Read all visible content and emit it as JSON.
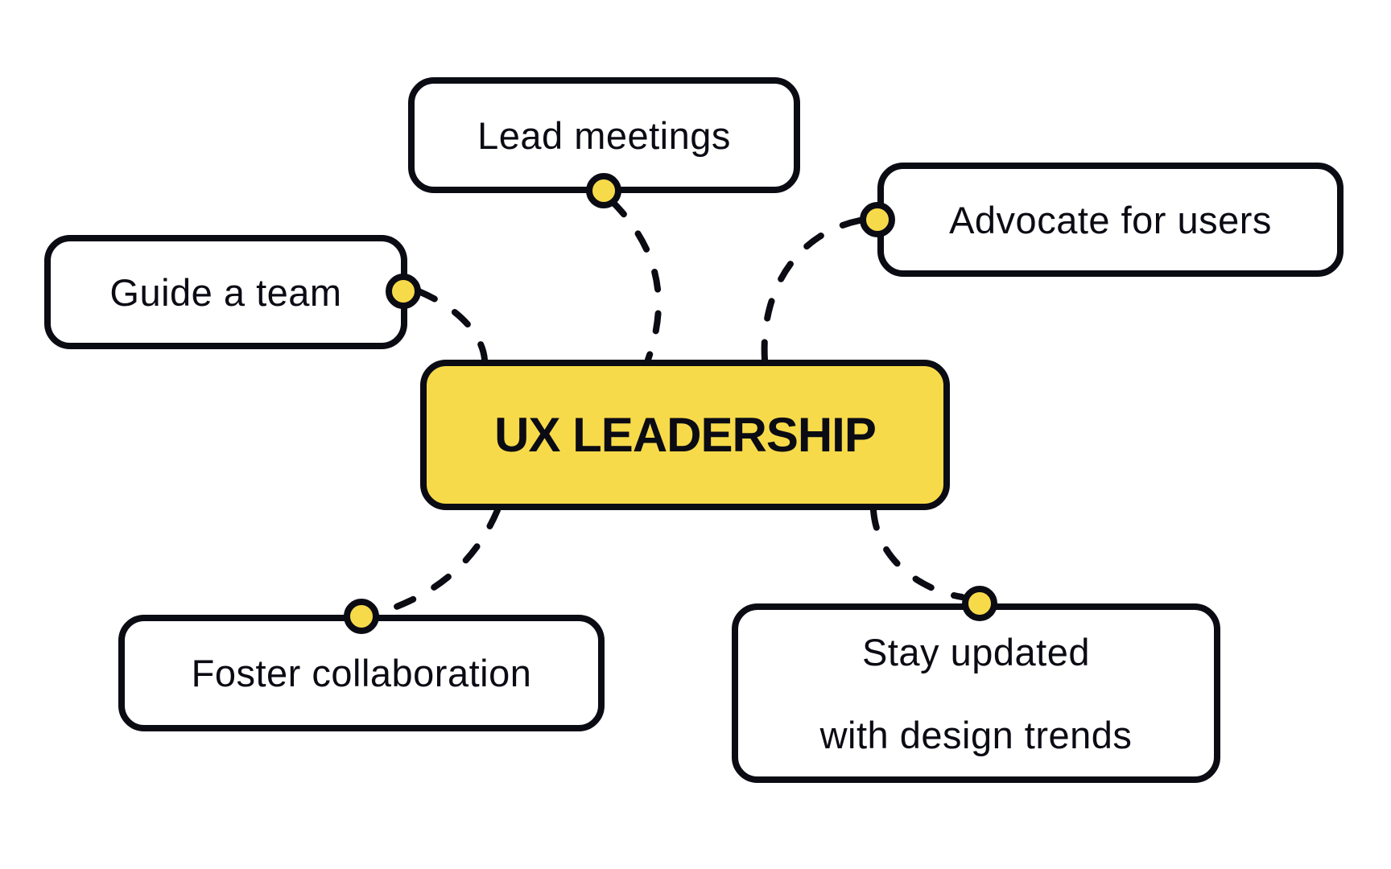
{
  "diagram": {
    "type": "mind-map",
    "central": {
      "label": "UX LEADERSHIP",
      "fill": "#f7da4a"
    },
    "branches": [
      {
        "id": "guide",
        "label": "Guide a team"
      },
      {
        "id": "lead",
        "label": "Lead meetings"
      },
      {
        "id": "advocate",
        "label": "Advocate for users"
      },
      {
        "id": "foster",
        "label": "Foster collaboration"
      },
      {
        "id": "stay",
        "label": "Stay updated\nwith design trends"
      }
    ],
    "connector_style": "dashed",
    "colors": {
      "accent": "#f7da4a",
      "stroke": "#0b0b14",
      "background": "#ffffff"
    }
  }
}
